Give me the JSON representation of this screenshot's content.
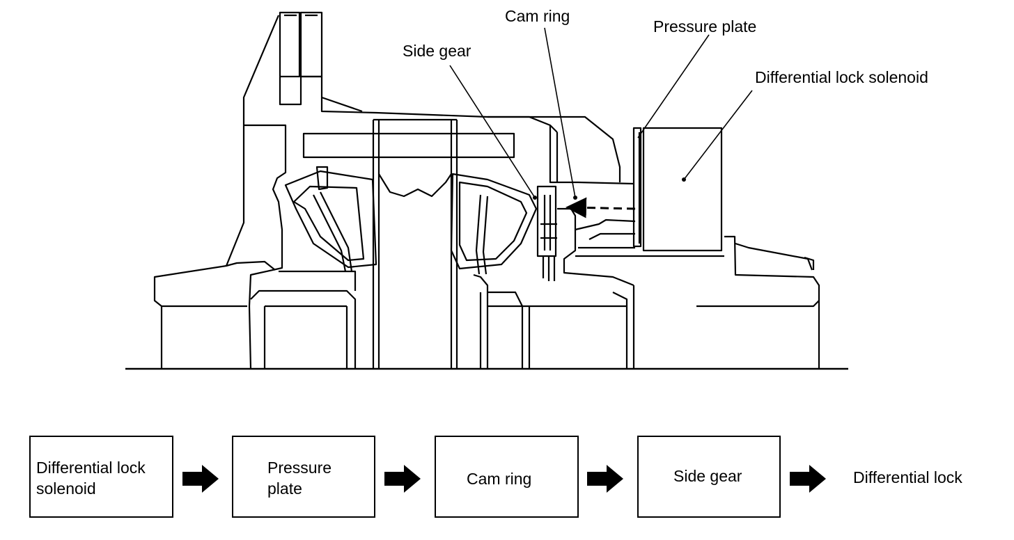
{
  "diagram": {
    "callouts": {
      "cam_ring": "Cam ring",
      "pressure_plate": "Pressure plate",
      "side_gear": "Side gear",
      "differential_lock_solenoid": "Differential lock solenoid"
    }
  },
  "flow": {
    "steps": [
      {
        "line1": "Differential lock",
        "line2": "solenoid"
      },
      {
        "line1": "Pressure",
        "line2": "plate"
      },
      {
        "line1": "Cam ring",
        "line2": ""
      },
      {
        "line1": "Side gear",
        "line2": ""
      }
    ],
    "final": "Differential lock"
  }
}
